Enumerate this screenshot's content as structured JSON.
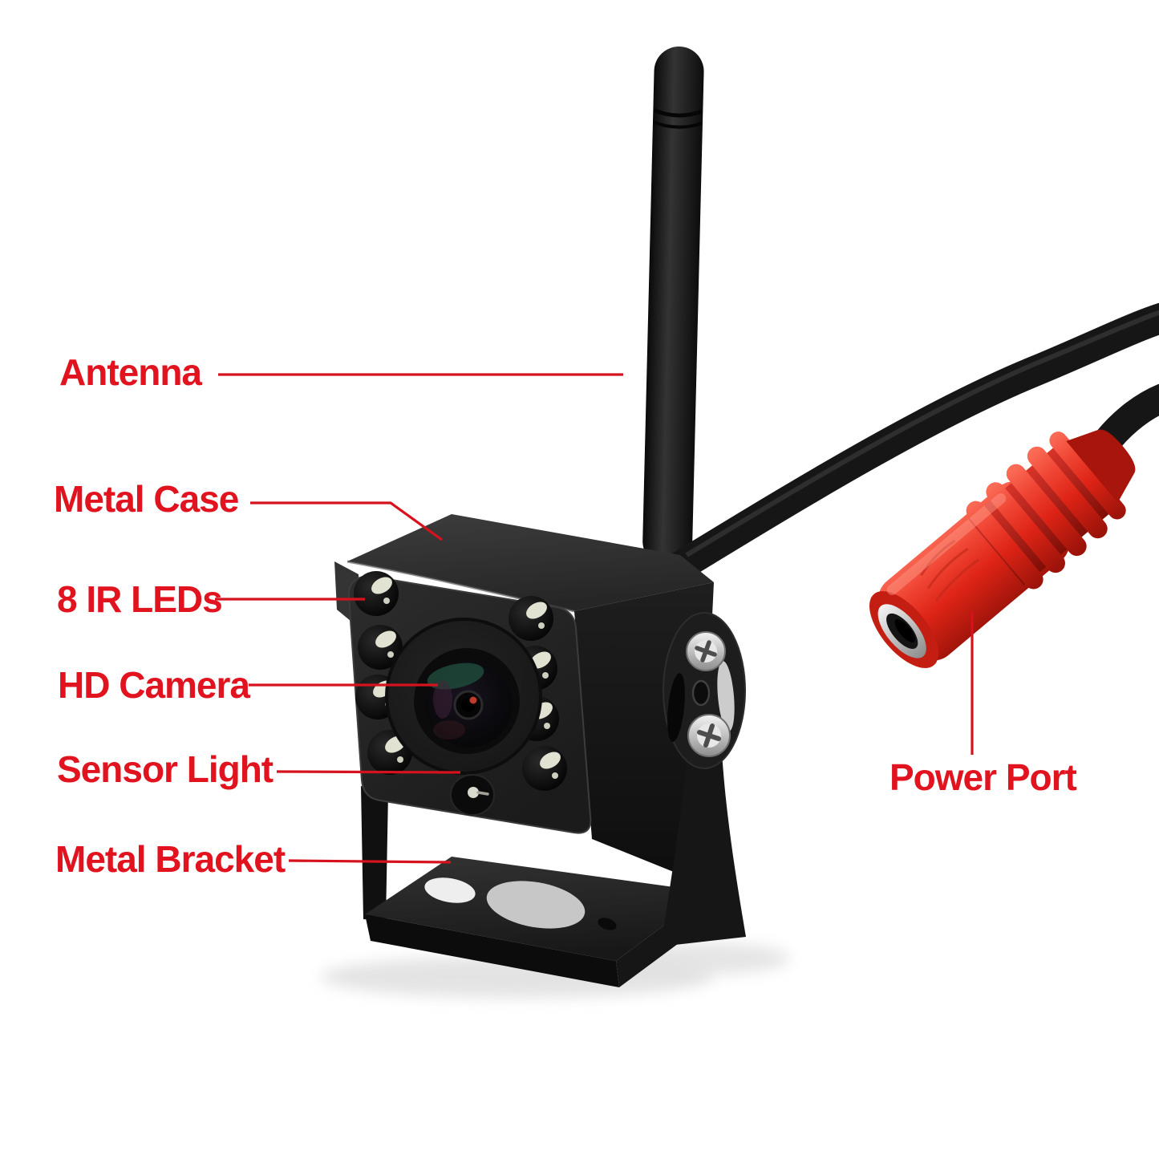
{
  "colors": {
    "label_red": "#e0131f",
    "line_red": "#d6121e",
    "connector_red": "#e93325",
    "device_black": "#1c1c1c",
    "background": "#ffffff"
  },
  "callouts": {
    "antenna": "Antenna",
    "metal_case": "Metal Case",
    "ir_leds": "8 IR LEDs",
    "hd_camera": "HD Camera",
    "sensor_light": "Sensor Light",
    "metal_bracket": "Metal Bracket",
    "power_port": "Power Port"
  }
}
